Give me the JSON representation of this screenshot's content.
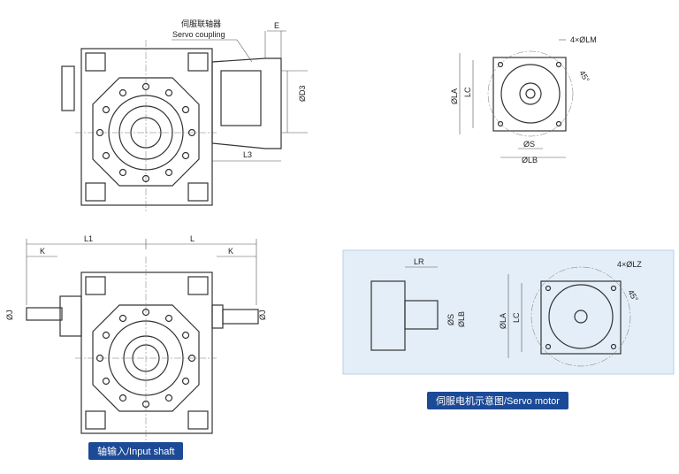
{
  "top_view": {
    "coupling_cn": "伺服联轴器",
    "coupling_en": "Servo coupling",
    "dim_e": "E",
    "dim_d3": "ØD3",
    "dim_l3": "L3"
  },
  "motor_flange_top": {
    "holes": "4×ØLM",
    "angle": "45°",
    "dim_la": "ØLA",
    "dim_lc": "LC",
    "dim_s": "ØS",
    "dim_lb": "ØLB"
  },
  "input_view": {
    "dim_l1": "L1",
    "dim_l": "L",
    "dim_k_left": "K",
    "dim_k_right": "K",
    "dim_j_left": "ØJ",
    "dim_j_right": "ØJ"
  },
  "servo_panel": {
    "dim_lr": "LR",
    "dim_s": "ØS",
    "dim_lb": "ØLB",
    "dim_la": "ØLA",
    "dim_lc": "LC",
    "holes": "4×ØLZ",
    "angle": "45°"
  },
  "badges": {
    "input_shaft": "轴输入/Input shaft",
    "servo_motor": "伺服电机示意图/Servo motor"
  },
  "colors": {
    "badge": "#1c4a96",
    "panel": "#e3eef8"
  }
}
